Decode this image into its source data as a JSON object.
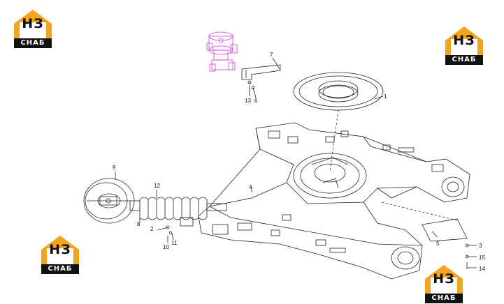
{
  "logos": [
    {
      "id": "tl",
      "top": "НЗ",
      "bottom": "СНАБ"
    },
    {
      "id": "tr",
      "top": "НЗ",
      "bottom": "СНАБ"
    },
    {
      "id": "bl",
      "top": "НЗ",
      "bottom": "СНАБ"
    },
    {
      "id": "br",
      "top": "НЗ",
      "bottom": "СНАБ"
    }
  ],
  "part_labels": [
    "1",
    "2",
    "3",
    "4",
    "5",
    "6",
    "7",
    "8",
    "9",
    "10",
    "11",
    "12",
    "13",
    "14",
    "15"
  ],
  "colors": {
    "line": "#222222",
    "highlight": "#d23be0",
    "logo_orange": "#f2a51c",
    "logo_black": "#111111"
  }
}
